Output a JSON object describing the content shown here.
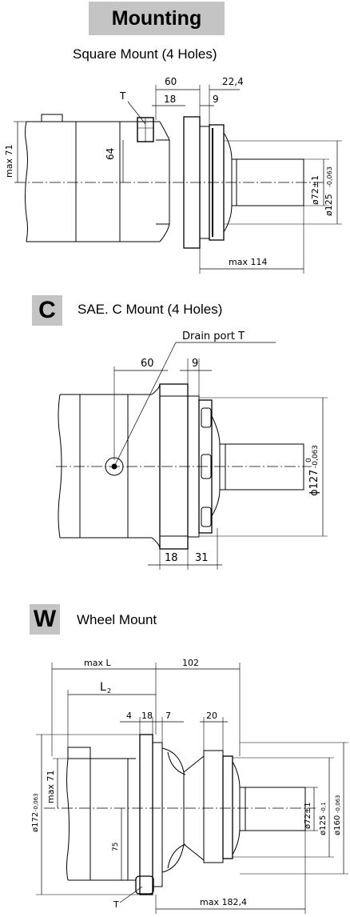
{
  "header": {
    "title": "Mounting"
  },
  "square": {
    "title": "Square Mount (4 Holes)",
    "dims": {
      "d60": "60",
      "d22": "22,4",
      "d18": "18",
      "d9": "9",
      "t": "T",
      "max71": "max  71",
      "d64": "64",
      "d72": "ø72±1",
      "d125": "ø125",
      "d125tol": "-0,063",
      "max114": "max  114"
    }
  },
  "sae": {
    "letter": "C",
    "title": "SAE. C  Mount (4 Holes)",
    "dims": {
      "drain": "Drain port T",
      "d60": "60",
      "d9": "9",
      "d127": "ϕ127",
      "d127tol": "-0,063",
      "d127up": "0",
      "d18": "18",
      "d31": "31"
    }
  },
  "wheel": {
    "letter": "W",
    "title": "Wheel Mount",
    "dims": {
      "maxL": "max  L",
      "l2": "L",
      "l2sub": "2",
      "d102": "102",
      "d4": "4",
      "d18": "18",
      "d7": "7",
      "d20": "20",
      "d172": "ø172",
      "d172tol": "-0,063",
      "max71": "max  71",
      "d75": "75",
      "d72": "ø72±1",
      "d125": "ø125",
      "d125tol": "-0,1",
      "d160": "ø160",
      "d160tol": "-0,063",
      "t": "T",
      "max182": "max  182,4"
    }
  }
}
